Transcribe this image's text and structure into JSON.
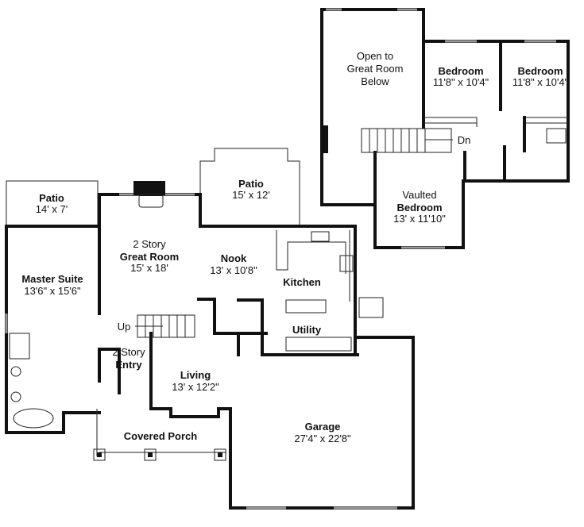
{
  "upper_floor": {
    "open_to_great_room": [
      "Open to",
      "Great Room",
      "Below"
    ],
    "bedroom_1": {
      "name": "Bedroom",
      "size": "11'8\" x 10'4\""
    },
    "bedroom_2": {
      "name": "Bedroom",
      "size": "11'8\" x 10'4\""
    },
    "vaulted_bedroom": {
      "name_line1": "Vaulted",
      "name_line2": "Bedroom",
      "size": "13' x 11'10\""
    },
    "stair_label": "Dn"
  },
  "main_floor": {
    "patio_left": {
      "name": "Patio",
      "size": "14' x 7'"
    },
    "patio_right": {
      "name": "Patio",
      "size": "15' x 12'"
    },
    "great_room": {
      "name_line1": "2 Story",
      "name_line2": "Great Room",
      "size": "15' x 18'"
    },
    "nook": {
      "name": "Nook",
      "size": "13' x 10'8\""
    },
    "kitchen": {
      "name": "Kitchen"
    },
    "master_suite": {
      "name": "Master Suite",
      "size": "13'6\" x 15'6\""
    },
    "utility": {
      "name": "Utility"
    },
    "entry": {
      "name_line1": "2 Story",
      "name_line2": "Entry"
    },
    "living": {
      "name": "Living",
      "size": "13' x 12'2\""
    },
    "covered_porch": {
      "name": "Covered Porch"
    },
    "garage": {
      "name": "Garage",
      "size": "27'4\" x 22'8\""
    },
    "stair_label": "Up"
  }
}
